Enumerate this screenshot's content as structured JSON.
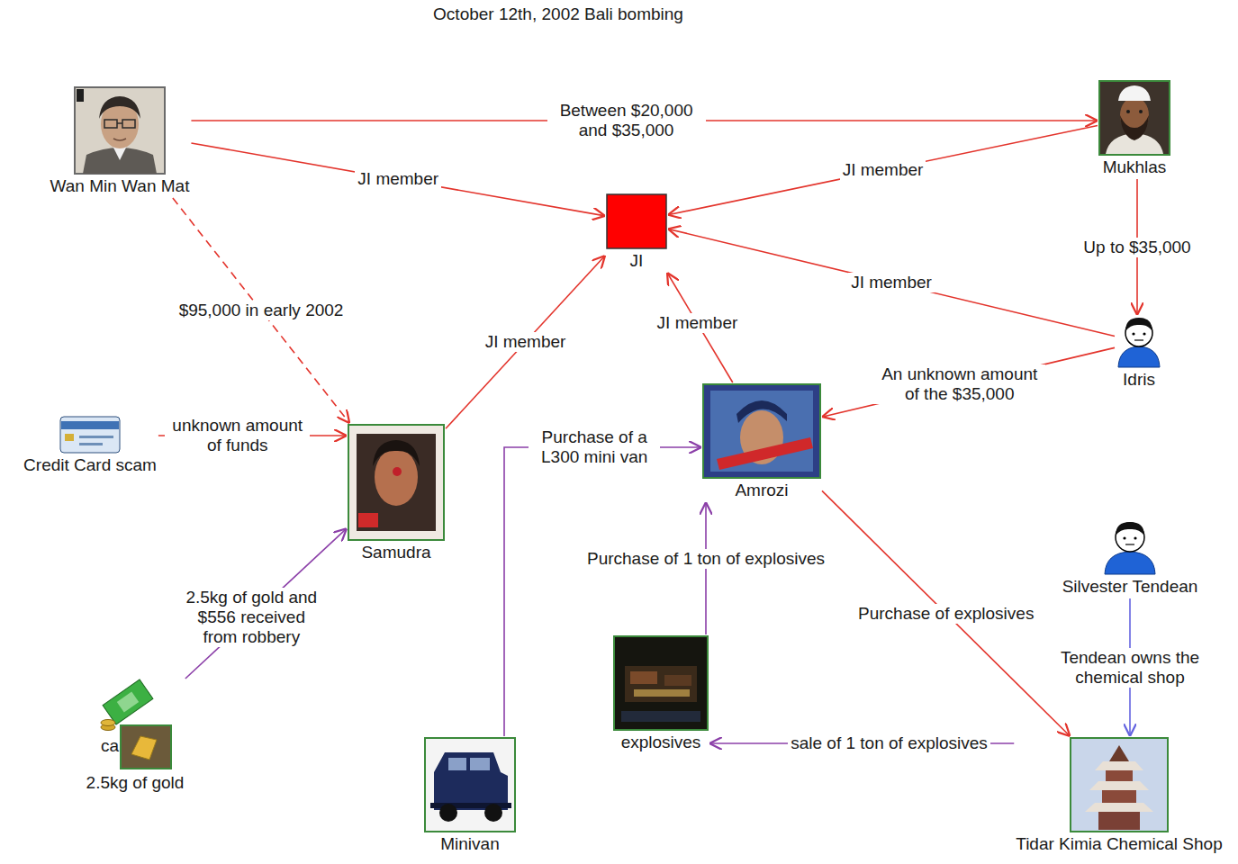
{
  "diagram": {
    "title": "October 12th, 2002 Bali bombing",
    "nodes": [
      {
        "text": [
          "Wan Min Wan Mat"
        ]
      },
      {
        "text": [
          "Mukhlas"
        ]
      },
      {
        "text": [
          "JI"
        ]
      },
      {
        "text": [
          "Idris"
        ]
      },
      {
        "text": [
          "Credit Card scam"
        ]
      },
      {
        "text": [
          "Amrozi"
        ]
      },
      {
        "text": [
          "Samudra"
        ]
      },
      {
        "text": [
          "Silvester Tendean"
        ]
      },
      {
        "text": [
          "explosives"
        ]
      },
      {
        "text": [
          "2.5kg of gold"
        ]
      },
      {
        "text": [
          "Minivan"
        ]
      },
      {
        "text": [
          "Tidar Kimia Chemical Shop"
        ]
      }
    ],
    "edges": [
      {
        "from": 0,
        "to": 1,
        "arrow": "to",
        "label": "Between $20,000 and $35,000"
      },
      {
        "from": 0,
        "to": 2,
        "arrow": "to",
        "label": "JI member"
      },
      {
        "from": 1,
        "to": 2,
        "arrow": "to",
        "label": "JI member"
      },
      {
        "from": 1,
        "to": 3,
        "arrow": "to",
        "label": "Up to $35,000"
      },
      {
        "from": 3,
        "to": 2,
        "arrow": "to",
        "label": "JI member"
      },
      {
        "from": 3,
        "to": 5,
        "arrow": "to",
        "label": "An unknown amount of the $35,000"
      },
      {
        "from": 0,
        "to": 6,
        "arrow": "to",
        "label": "$95,000 in early 2002"
      },
      {
        "from": 4,
        "to": 6,
        "arrow": "to",
        "label": "unknown amount of funds"
      },
      {
        "from": 6,
        "to": 2,
        "arrow": "to",
        "label": "JI member"
      },
      {
        "from": 5,
        "to": 2,
        "arrow": "to",
        "label": "JI member"
      },
      {
        "from": 9,
        "to": 6,
        "arrow": "to",
        "label": "2.5kg of gold and $556 received from robbery"
      },
      {
        "from": 10,
        "to": 5,
        "arrow": "to",
        "label": "Purchase of a L300 mini van"
      },
      {
        "from": 8,
        "to": 5,
        "arrow": "to",
        "label": "Purchase of 1 ton of explosives"
      },
      {
        "from": 5,
        "to": 11,
        "arrow": "to",
        "label": "Purchase of explosives"
      },
      {
        "from": 11,
        "to": 8,
        "arrow": "to",
        "label": "sale of 1 ton of explosives"
      },
      {
        "from": 7,
        "to": 11,
        "arrow": "to",
        "label": "Tendean owns the chemical shop"
      }
    ],
    "labels": [
      "ca"
    ]
  }
}
